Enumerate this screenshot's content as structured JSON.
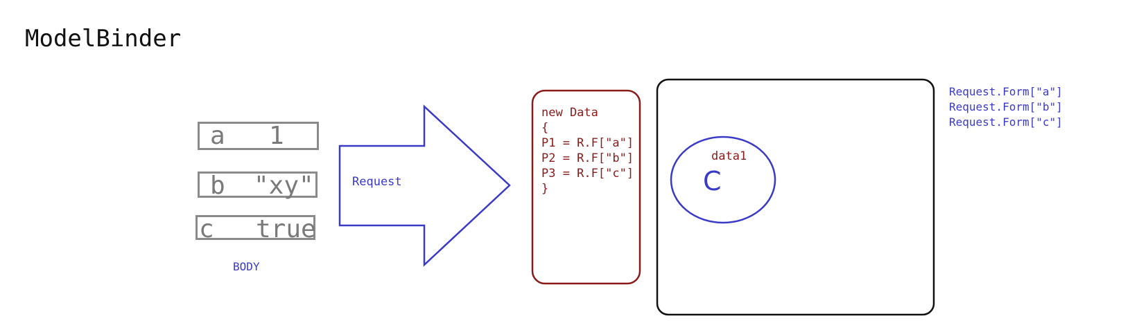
{
  "title": "ModelBinder",
  "body": {
    "label": "BODY",
    "fields": [
      {
        "key": "a",
        "value": "1"
      },
      {
        "key": "b",
        "value": "\"xy\""
      },
      {
        "key": "c",
        "value": "true"
      }
    ]
  },
  "request_arrow": {
    "label": "Request"
  },
  "binder_code": {
    "lines": [
      "new Data",
      "{",
      "P1 = R.F[\"a\"]",
      "P2 = R.F[\"b\"]",
      "P3 = R.F[\"c\"]",
      "}"
    ]
  },
  "container": {
    "object_label": "data1",
    "class_label": "C"
  },
  "request_form": {
    "lines": [
      "Request.Form[\"a\"]",
      "Request.Form[\"b\"]",
      "Request.Form[\"c\"]"
    ]
  },
  "colors": {
    "blue": "#3a3ac8",
    "dark_red": "#8b1a1a",
    "gray": "#8a8a8a",
    "black": "#111111"
  }
}
